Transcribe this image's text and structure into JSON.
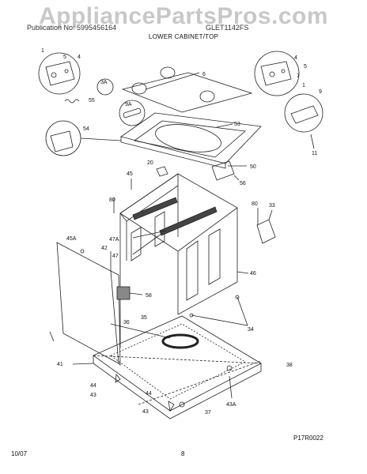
{
  "watermark": "AppliancePartsPros.com",
  "header": {
    "left": "Publication No: 5995456164",
    "model": "GLET1142FS",
    "title": "LOWER CABINET/TOP"
  },
  "footer": {
    "date": "10/07",
    "page": "8",
    "diagram_code": "P17R0022"
  },
  "callouts": {
    "c1": "1",
    "c4": "4",
    "c5": "5",
    "c6": "6",
    "c3a": "3A",
    "c55": "55",
    "c9a": "9A",
    "c53": "53",
    "c54": "54",
    "c4r": "4",
    "c5r": "5",
    "c7": "7",
    "c1r": "1",
    "c9": "9",
    "c11": "11",
    "c20": "20",
    "c45": "45",
    "c50": "50",
    "c56": "56",
    "c80a": "80",
    "c80b": "80",
    "c33": "33",
    "c47a": "47A",
    "c47": "47",
    "c45a": "45A",
    "c42": "42",
    "c46": "46",
    "c58": "58",
    "c35": "35",
    "c36": "36",
    "c34": "34",
    "c41": "41",
    "c38": "38",
    "c44a": "44",
    "c43a": "43",
    "c44b": "44",
    "c43b": "43",
    "c37": "37",
    "c43c": "43A"
  }
}
